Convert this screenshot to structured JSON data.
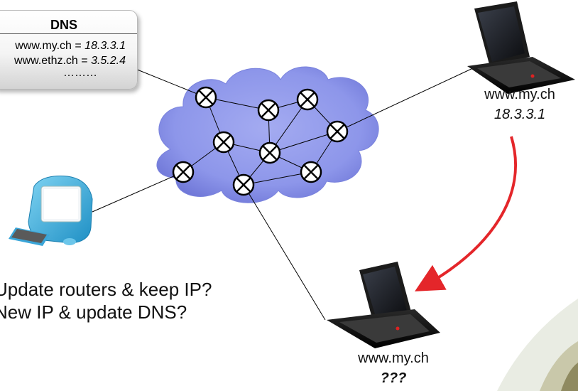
{
  "dns": {
    "title": "DNS",
    "entries": [
      {
        "name": "www.my.ch = ",
        "ip": "18.3.3.1"
      },
      {
        "name": "www.ethz.ch = ",
        "ip": "3.5.2.4"
      }
    ],
    "ellipsis": "………"
  },
  "laptop_top": {
    "name": "www.my.ch",
    "ip": "18.3.3.1"
  },
  "laptop_bottom": {
    "name": "www.my.ch",
    "ip": "???"
  },
  "questions": [
    "Update routers & keep IP?",
    "New IP & update DNS?"
  ],
  "colors": {
    "cloud": "#8d96ea",
    "cloud_dark": "#6f78d6",
    "arrow": "#e4262a",
    "router": "#000000"
  },
  "icons": [
    "router-icon",
    "laptop-icon",
    "imac-icon",
    "cloud-icon"
  ]
}
